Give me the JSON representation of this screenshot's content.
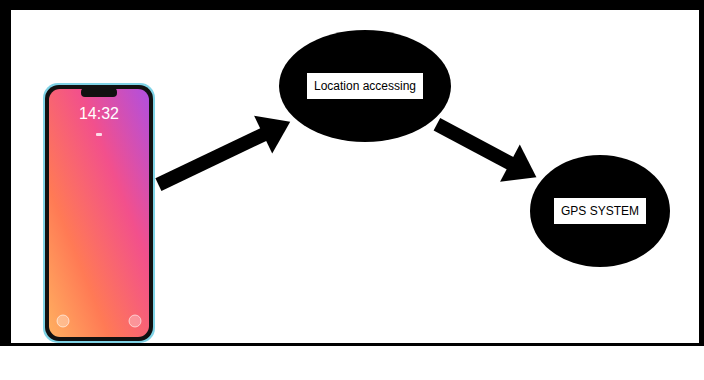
{
  "diagram": {
    "nodes": [
      {
        "text": [
          "14:32"
        ]
      },
      {
        "text": [
          "Location accessing"
        ]
      },
      {
        "text": [
          "GPS SYSTEM"
        ]
      }
    ],
    "edges": [
      {
        "from": 0,
        "to": 1,
        "arrow": "to"
      },
      {
        "from": 1,
        "to": 2,
        "arrow": "to"
      }
    ]
  }
}
